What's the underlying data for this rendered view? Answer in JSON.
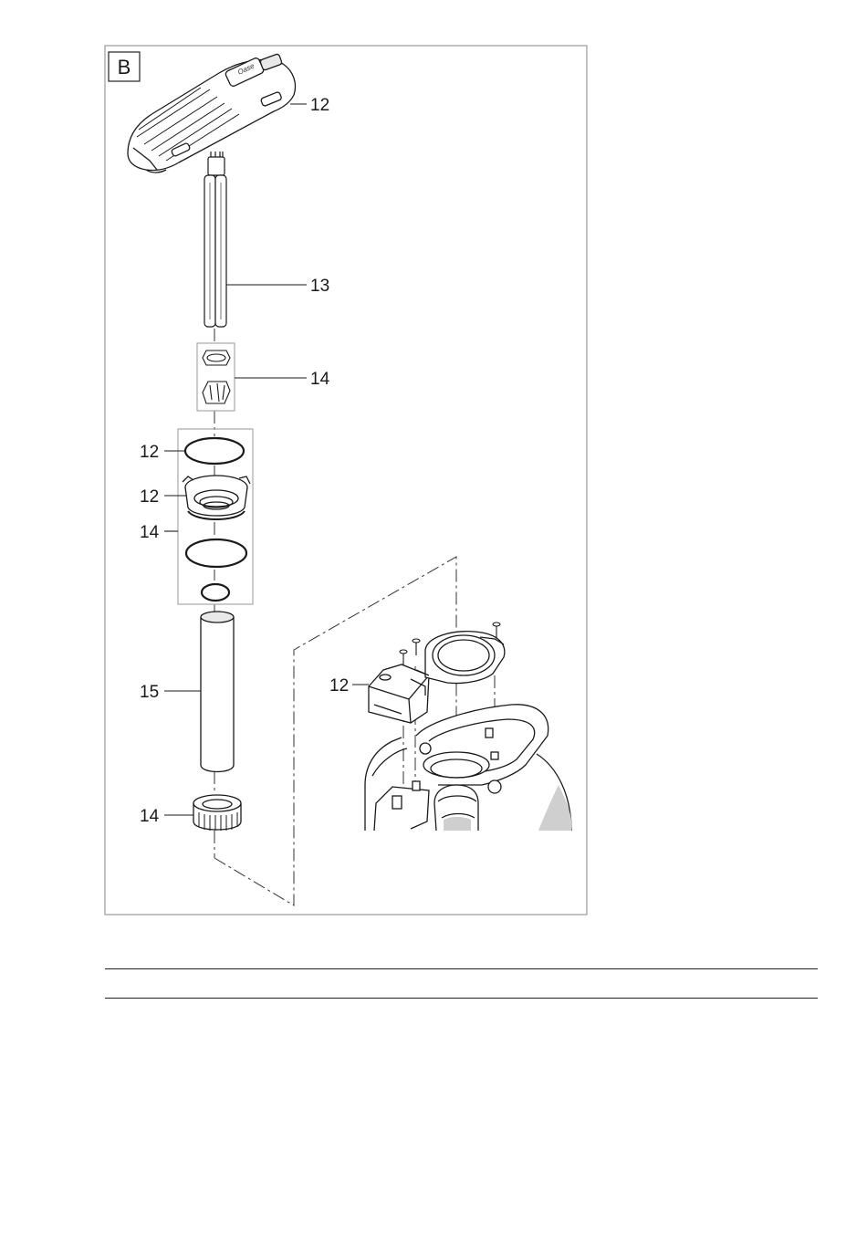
{
  "figure": {
    "panel_letter": "B",
    "logo_text": "Oase",
    "callouts": [
      {
        "id": "cover",
        "text": "12"
      },
      {
        "id": "lamp",
        "text": "13"
      },
      {
        "id": "lamp-clips",
        "text": "14"
      },
      {
        "id": "o-ring-upper",
        "text": "12"
      },
      {
        "id": "bayonet-ring",
        "text": "12"
      },
      {
        "id": "seal-set",
        "text": "14"
      },
      {
        "id": "quartz-tube",
        "text": "15"
      },
      {
        "id": "union-nut",
        "text": "14"
      },
      {
        "id": "mount-bracket",
        "text": "12"
      }
    ]
  },
  "colors": {
    "line": "#1a1a1a",
    "frame": "#9a9a9a",
    "group_box": "#a8a8a8",
    "glass": "#f2f2f2",
    "shadow": "#cfcfcf"
  }
}
